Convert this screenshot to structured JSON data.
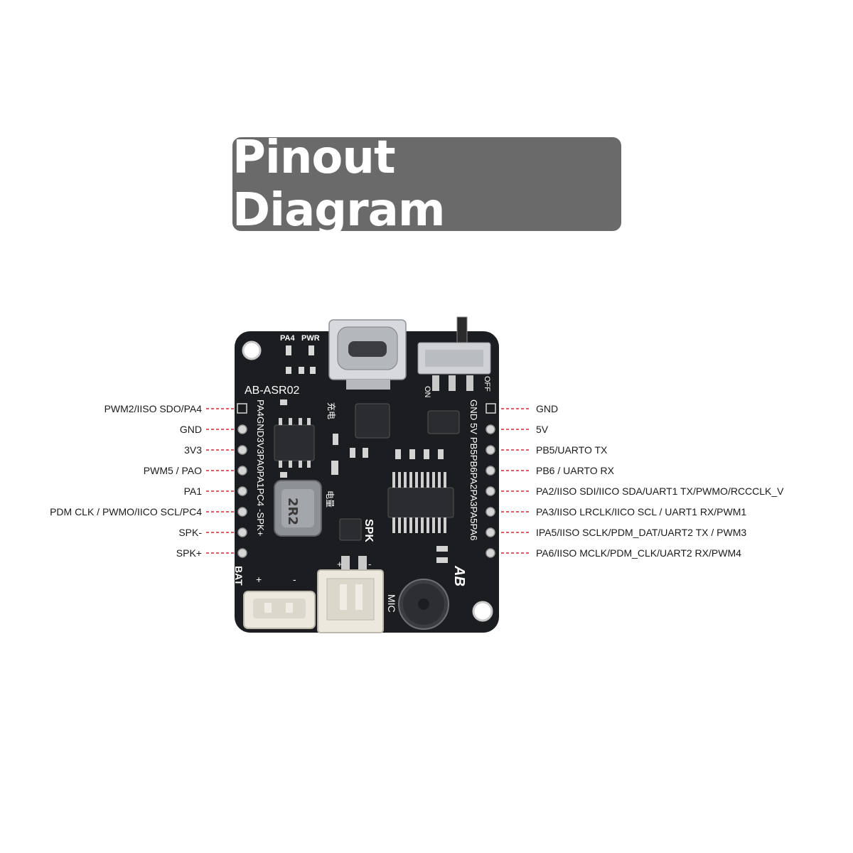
{
  "title": "Pinout Diagram",
  "colors": {
    "title_bg": "#6a6a6a",
    "board": "#1b1d21",
    "dash": "#d9232e",
    "silkscreen": "#ffffff"
  },
  "board": {
    "model": "AB-ASR02",
    "led_labels": [
      "PA4",
      "PWR"
    ],
    "switch_labels": [
      "ON",
      "OFF"
    ],
    "left_header_silk": "PA4GND3V3PA0PA1PC4 -SPK+",
    "right_header_silk": "GND 5V  PB5PB6PA2PA3PA5PA6",
    "charge_label": "充电",
    "battery_label_cn": "电量",
    "inductor_marking": "2R2",
    "spk_label": "SPK",
    "mic_label": "MIC",
    "bat_label": "BAT",
    "plus": "+",
    "minus": "-",
    "logo": "AB"
  },
  "left_pins": [
    "PWM2/IISO SDO/PA4",
    "GND",
    "3V3",
    "PWM5 / PAO",
    "PA1",
    "PDM CLK / PWMO/IICO SCL/PC4",
    "SPK-",
    "SPK+"
  ],
  "right_pins": [
    "GND",
    "5V",
    "PB5/UARTO TX",
    "PB6 / UARTO RX",
    "PA2/IISO SDI/IICO SDA/UART1 TX/PWMO/RCCCLK_V",
    "PA3/IISO LRCLK/IICO SCL / UART1 RX/PWM1",
    "IPA5/IISO SCLK/PDM_DAT/UART2 TX / PWM3",
    "PA6/IISO MCLK/PDM_CLK/UART2 RX/PWM4"
  ]
}
